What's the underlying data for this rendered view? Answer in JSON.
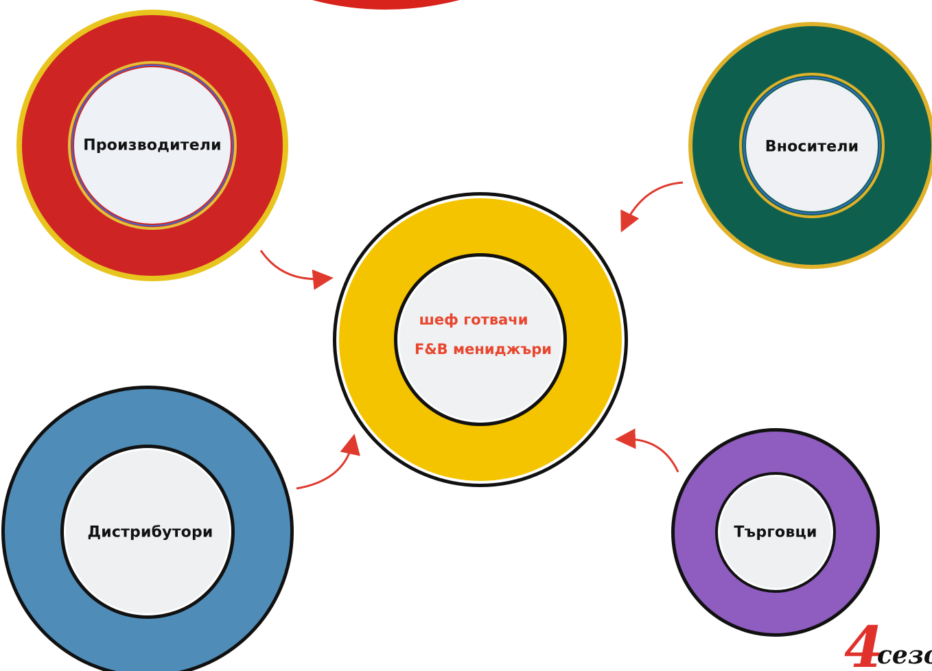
{
  "colors": {
    "red_plate": "#d42626",
    "green_plate": "#0f5f4f",
    "yellow_plate": "#f5c400",
    "blue_plate": "#4f8db8",
    "purple_plate": "#8f5cbf",
    "arrow": "#e03a2e",
    "center_text": "#e8462e",
    "logo": "#e0312b"
  },
  "plates": {
    "producers": {
      "label": "Производители"
    },
    "importers": {
      "label": "Вносители"
    },
    "distributors": {
      "label": "Дистрибутори"
    },
    "traders": {
      "label": "Търговци"
    }
  },
  "center": {
    "line1": "шеф готвачи",
    "line2": "F&B мениджъри"
  },
  "logo": {
    "digit": "4",
    "word": "сезо"
  }
}
